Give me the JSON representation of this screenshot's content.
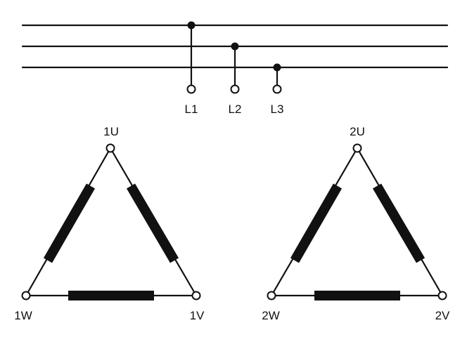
{
  "supply": {
    "terminals": [
      "L1",
      "L2",
      "L3"
    ]
  },
  "windings": [
    {
      "top": "1U",
      "right": "1V",
      "left": "1W"
    },
    {
      "top": "2U",
      "right": "2V",
      "left": "2W"
    }
  ]
}
